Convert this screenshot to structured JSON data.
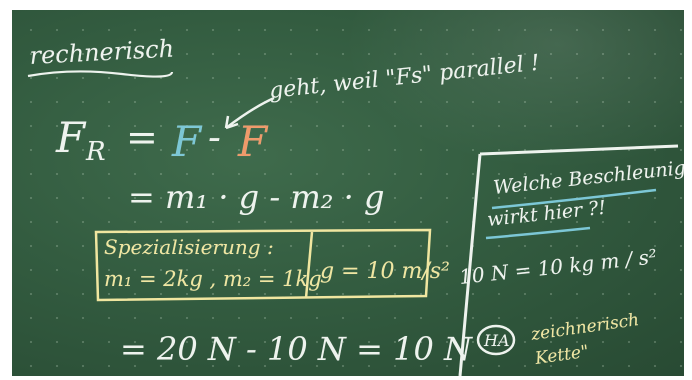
{
  "heading": "rechnerisch",
  "note": "geht, weil \"Fs\" parallel !",
  "eq1": {
    "lhs": "F",
    "lhs_sub": "R",
    "eq": "=",
    "term1": "F",
    "minus": "-",
    "term2": "F"
  },
  "eq2": "= m₁ · g - m₂ · g",
  "box": {
    "title": "Spezialisierung :",
    "values": "m₁ = 2kg , m₂ = 1kg",
    "g": "g = 10 m/s²"
  },
  "result": "= 20 N - 10 N = 10 N",
  "side": {
    "question_1": "Welche Beschleunigung",
    "question_2": "wirkt hier ?!",
    "unit": "10 N = 10 kg m / s²",
    "ha": "HA",
    "ha_text_1": "zeichnerisch",
    "ha_text_2": "Kette\""
  },
  "colors": {
    "board": "#335c40",
    "chalk_white": "#eef3ee",
    "chalk_yellow": "#f0e6a0",
    "chalk_blue": "#7cc7d6",
    "chalk_orange": "#ef9a6a"
  }
}
